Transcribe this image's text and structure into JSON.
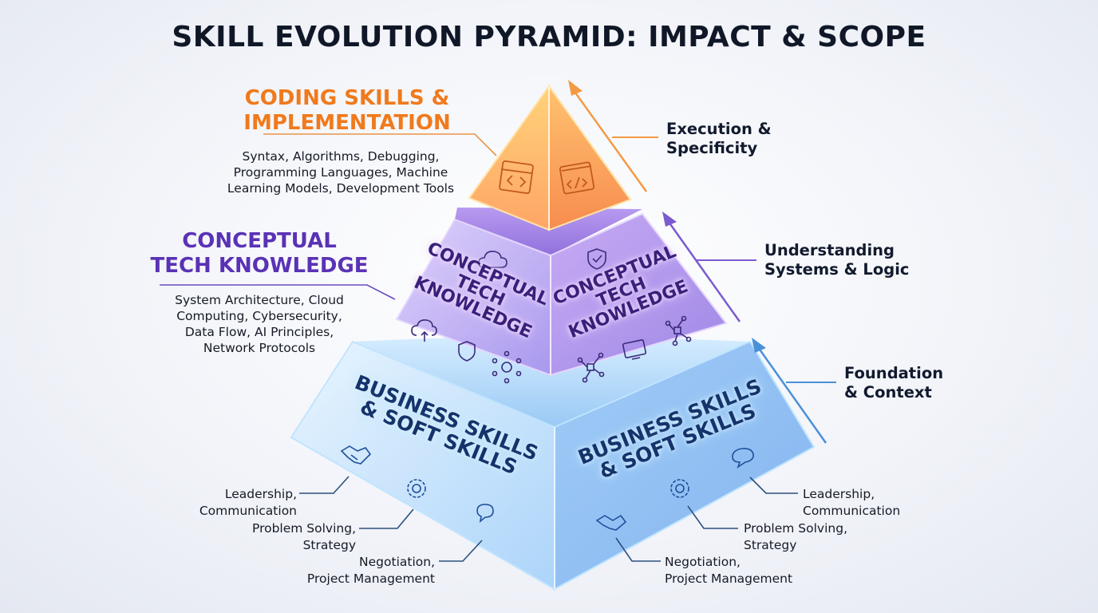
{
  "title": "SKILL EVOLUTION PYRAMID: IMPACT & SCOPE",
  "tiers": {
    "top": {
      "heading_line1": "CODING SKILLS &",
      "heading_line2": "IMPLEMENTATION",
      "desc_line1": "Syntax, Algorithms, Debugging,",
      "desc_line2": "Programming Languages, Machine",
      "desc_line3": "Learning Models, Development Tools",
      "color": "#f07a1c",
      "icons": [
        "code-window-icon",
        "code-slash-window-icon"
      ]
    },
    "middle": {
      "heading_line1": "CONCEPTUAL",
      "heading_line2": "TECH KNOWLEDGE",
      "desc_line1": "System Architecture, Cloud",
      "desc_line2": "Computing, Cybersecurity,",
      "desc_line3": "Data Flow, AI Principles,",
      "desc_line4": "Network Protocols",
      "face_line1": "CONCEPTUAL",
      "face_line2": "TECH",
      "face_line3": "KNOWLEDGE",
      "color": "#5a32b5",
      "icons": [
        "cloud-icon",
        "cloud-upload-icon",
        "shield-icon",
        "network-node-icon",
        "shield-check-icon",
        "monitor-code-icon",
        "network-hub-icon"
      ]
    },
    "bottom": {
      "face_line1": "BUSINESS SKILLS",
      "face_line2": "& SOFT SKILLS",
      "color": "#1e4f9a",
      "icons": [
        "handshake-icon",
        "gear-icon",
        "chat-bubble-icon"
      ],
      "left_labels": [
        {
          "line1": "Leadership,",
          "line2": "Communication"
        },
        {
          "line1": "Problem Solving,",
          "line2": "Strategy"
        },
        {
          "line1": "Negotiation,",
          "line2": "Project Management"
        }
      ],
      "right_labels": [
        {
          "line1": "Leadership,",
          "line2": "Communication"
        },
        {
          "line1": "Problem Solving,",
          "line2": "Strategy"
        },
        {
          "line1": "Negotiation,",
          "line2": "Project Management"
        }
      ]
    }
  },
  "side_labels": [
    {
      "line1": "Execution &",
      "line2": "Specificity",
      "color": "#f39a45"
    },
    {
      "line1": "Understanding",
      "line2": "Systems & Logic",
      "color": "#7b5bd0"
    },
    {
      "line1": "Foundation",
      "line2": "& Context",
      "color": "#4a90d9"
    }
  ]
}
